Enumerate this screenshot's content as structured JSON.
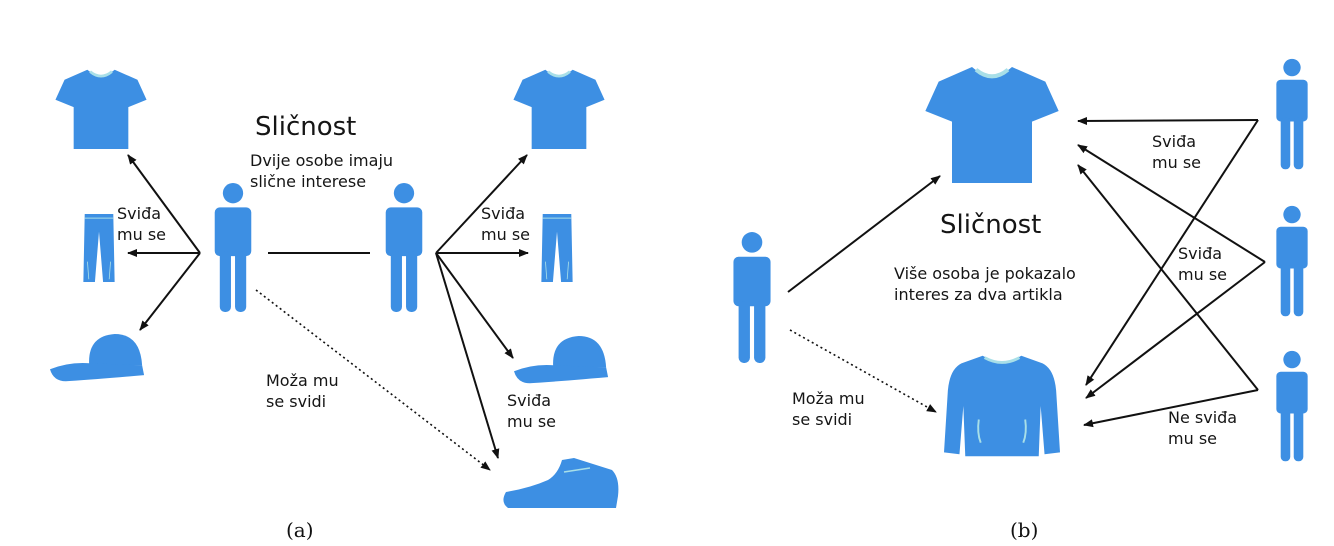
{
  "colors": {
    "icon": "#3d8fe3",
    "arrow": "#111111"
  },
  "panel_a": {
    "title": "Sličnost",
    "subtitle": "Dvije osobe imaju\nslične interese",
    "likes_left": "Sviđa\nmu se",
    "likes_right": "Sviđa\nmu se",
    "likes_bottom": "Sviđa\nmu se",
    "maybe": "Moža mu\nse svidi",
    "caption": "(a)"
  },
  "panel_b": {
    "title": "Sličnost",
    "subtitle": "Više osoba je pokazalo\ninteres za dva  artikla",
    "likes_top": "Sviđa\nmu se",
    "likes_mid": "Sviđa\nmu se",
    "dislikes": "Ne sviđa\nmu se",
    "maybe": "Moža mu\nse svidi",
    "caption": "(b)"
  },
  "icons": [
    "tshirt-icon",
    "pants-icon",
    "cap-icon",
    "shoe-icon",
    "person-icon",
    "sweater-icon"
  ]
}
